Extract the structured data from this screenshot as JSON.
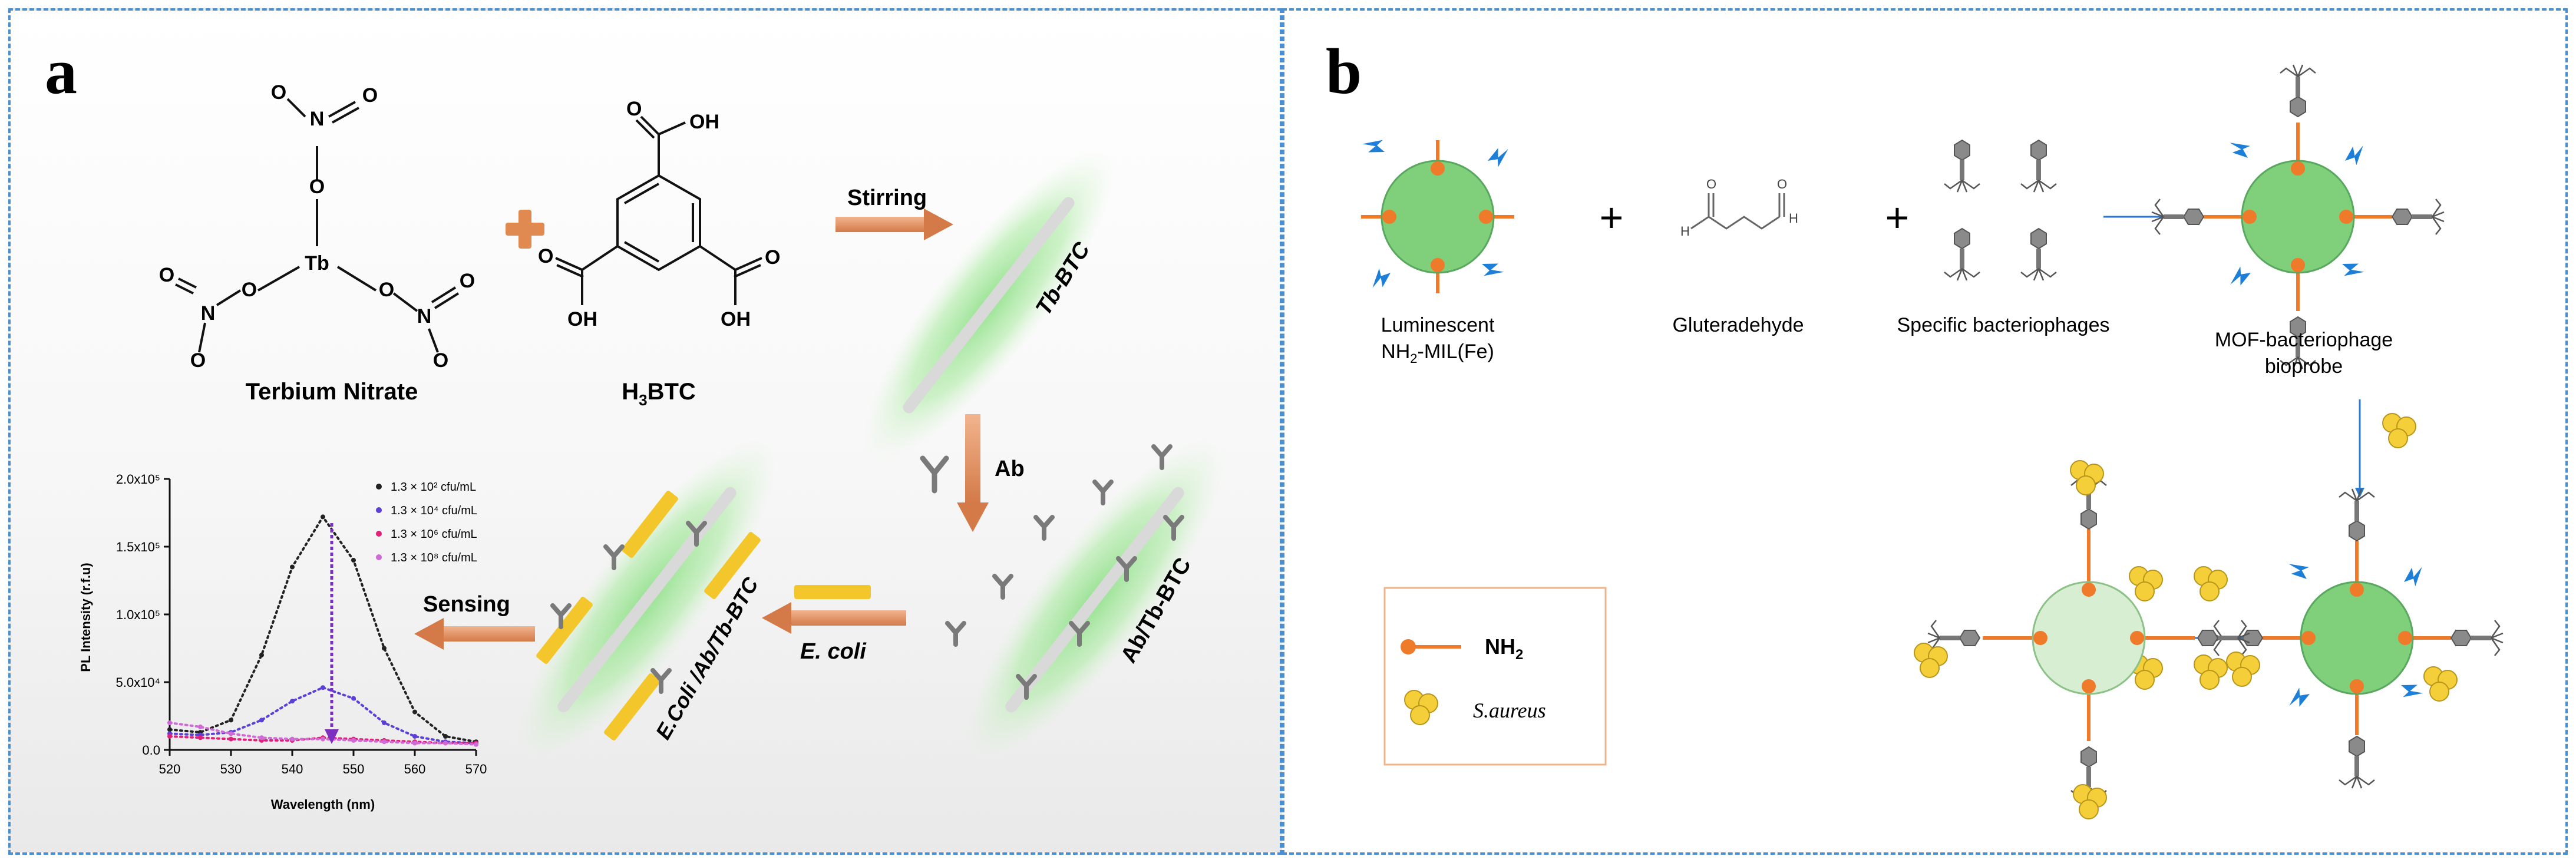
{
  "panel_a": {
    "letter": "a",
    "reagent1": "Terbium Nitrate",
    "reagent2_main": "H",
    "reagent2_sub": "3",
    "reagent2_tail": "BTC",
    "stir_label": "Stirring",
    "product1": "Tb-BTC",
    "ab_label": "Ab",
    "product2": "Ab/Tb-BTC",
    "ecoli_label": "E. coli",
    "product3": "E.Coli /Ab/Tb-BTC",
    "sensing_label": "Sensing",
    "atoms": {
      "O": "O",
      "N": "N",
      "Tb": "Tb",
      "OH": "OH"
    },
    "chart": {
      "ylabel": "PL Intensity (r.f.u)",
      "xlabel": "Wavelength (nm)",
      "yticks": [
        "2.0x10⁵",
        "1.5x10⁵",
        "1.0x10⁵",
        "5.0x10⁴",
        "0.0"
      ],
      "xticks": [
        "520",
        "530",
        "540",
        "550",
        "560",
        "570"
      ],
      "legend": [
        {
          "label": "1.3 × 10² cfu/mL",
          "color": "#222222"
        },
        {
          "label": "1.3 × 10⁴ cfu/mL",
          "color": "#5b3fd6"
        },
        {
          "label": "1.3 × 10⁶ cfu/mL",
          "color": "#e0207a"
        },
        {
          "label": "1.3 × 10⁸ cfu/mL",
          "color": "#d06ad6"
        }
      ]
    }
  },
  "panel_b": {
    "letter": "b",
    "lum_line1": "Luminescent",
    "lum_line2a": "NH",
    "lum_line2sub": "2",
    "lum_line2b": "-MIL(Fe)",
    "glut": "Gluteradehyde",
    "phages": "Specific bacteriophages",
    "probe_line1": "MOF-bacteriophage",
    "probe_line2": "bioprobe",
    "plus": "+",
    "legend_nh2_main": "NH",
    "legend_nh2_sub": "2",
    "legend_saureus": "S.aureus",
    "atoms": {
      "O": "O",
      "H": "H"
    }
  },
  "chart_data": {
    "type": "line",
    "xlabel": "Wavelength (nm)",
    "ylabel": "PL Intensity (r.f.u)",
    "xlim": [
      520,
      570
    ],
    "ylim": [
      0,
      200000
    ],
    "x": [
      520,
      525,
      530,
      535,
      540,
      545,
      550,
      555,
      560,
      565,
      570
    ],
    "series": [
      {
        "name": "1.3 × 10² cfu/mL",
        "values": [
          15000,
          13000,
          22000,
          70000,
          135000,
          172000,
          140000,
          75000,
          28000,
          10000,
          6000
        ]
      },
      {
        "name": "1.3 × 10⁴ cfu/mL",
        "values": [
          12000,
          11000,
          13000,
          22000,
          36000,
          46000,
          38000,
          20000,
          10000,
          6000,
          5000
        ]
      },
      {
        "name": "1.3 × 10⁶ cfu/mL",
        "values": [
          10000,
          9000,
          8000,
          7000,
          7000,
          9000,
          8000,
          7000,
          6000,
          5000,
          5000
        ]
      },
      {
        "name": "1.3 × 10⁸ cfu/mL",
        "values": [
          20000,
          17000,
          12000,
          9000,
          8000,
          8000,
          7000,
          6000,
          5000,
          5000,
          4000
        ]
      }
    ]
  }
}
